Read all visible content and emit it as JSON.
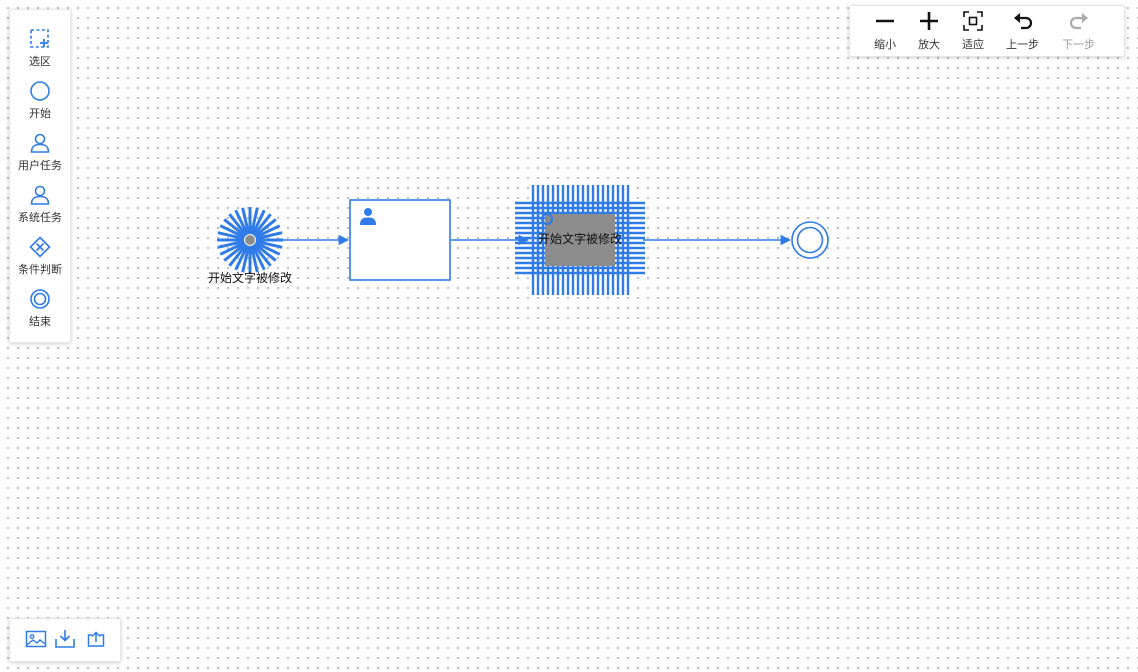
{
  "palette": {
    "items": [
      {
        "label": "选区",
        "icon": "selection-icon"
      },
      {
        "label": "开始",
        "icon": "start-event-icon"
      },
      {
        "label": "用户任务",
        "icon": "user-task-icon"
      },
      {
        "label": "系统任务",
        "icon": "system-task-icon"
      },
      {
        "label": "条件判断",
        "icon": "gateway-icon"
      },
      {
        "label": "结束",
        "icon": "end-event-icon"
      }
    ]
  },
  "toolbar": {
    "zoom_out": "缩小",
    "zoom_in": "放大",
    "fit": "适应",
    "undo": "上一步",
    "redo": "下一步"
  },
  "bottom": {
    "icons": [
      "image-icon",
      "download-icon",
      "upload-icon"
    ]
  },
  "diagram": {
    "start_label": "开始文字被修改",
    "service_label": "开始文字被修改"
  },
  "colors": {
    "accent": "#2f7be8",
    "selection_gray": "#8c8c8c",
    "disabled": "#aaaaaa"
  }
}
